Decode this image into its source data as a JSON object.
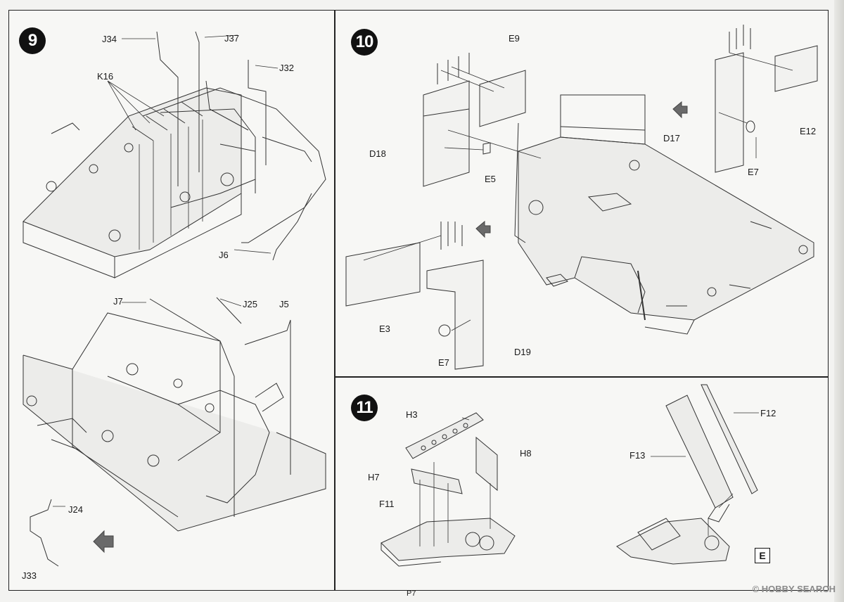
{
  "page": {
    "number": "P7",
    "watermark": "© HOBBY SEARCH",
    "marker": "E"
  },
  "steps": [
    {
      "number": "9",
      "labels": [
        "J34",
        "J37",
        "J32",
        "K16",
        "J6",
        "J7",
        "J25",
        "J5",
        "J24",
        "J33"
      ]
    },
    {
      "number": "10",
      "labels": [
        "E9",
        "D18",
        "E5",
        "E12",
        "D17",
        "E7",
        "E3",
        "D19",
        "E7"
      ]
    },
    {
      "number": "11",
      "labels": [
        "H3",
        "H8",
        "H7",
        "F11",
        "F12",
        "F13"
      ]
    }
  ]
}
